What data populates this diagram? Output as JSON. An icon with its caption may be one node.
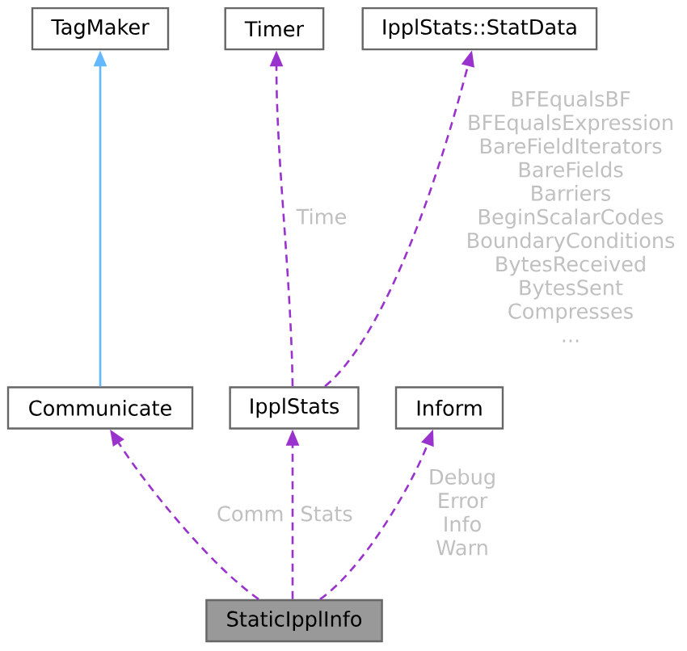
{
  "diagram": {
    "nodes": [
      {
        "text": [
          "TagMaker"
        ]
      },
      {
        "text": [
          "Timer"
        ]
      },
      {
        "text": [
          "IpplStats::StatData"
        ]
      },
      {
        "text": [
          "Communicate"
        ]
      },
      {
        "text": [
          "IpplStats"
        ]
      },
      {
        "text": [
          "Inform"
        ]
      },
      {
        "text": [
          "StaticIpplInfo"
        ]
      }
    ],
    "edges": [
      {
        "from": 3,
        "to": 0,
        "arrow": "to",
        "color": "#63b8ff"
      },
      {
        "from": 4,
        "to": 1,
        "arrow": "to",
        "label": "Time",
        "style": "dashed"
      },
      {
        "from": 4,
        "to": 2,
        "arrow": "to",
        "label": "BFEqualsBF BFEqualsExpression BareFieldIterators BareFields Barriers BeginScalarCodes BoundaryConditions BytesReceived BytesSent Compresses ...",
        "style": "dashed"
      },
      {
        "from": 6,
        "to": 3,
        "arrow": "to",
        "label": "Comm",
        "style": "dashed"
      },
      {
        "from": 6,
        "to": 4,
        "arrow": "to",
        "label": "Stats",
        "style": "dashed"
      },
      {
        "from": 6,
        "to": 5,
        "arrow": "to",
        "label": "Debug Error Info Warn",
        "style": "dashed"
      }
    ]
  }
}
